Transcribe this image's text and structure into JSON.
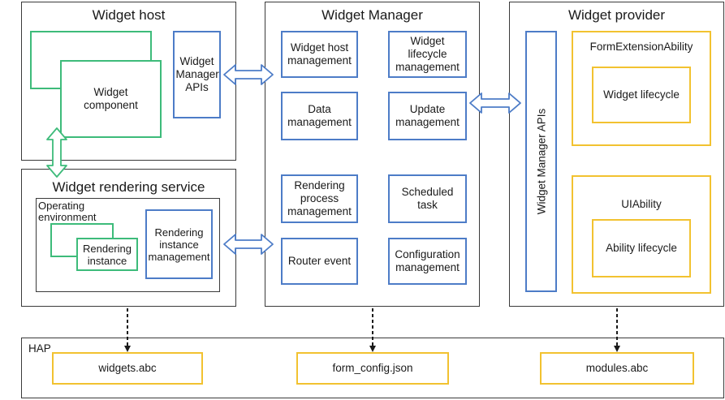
{
  "widget_host": {
    "title": "Widget host",
    "component_label": "Widget component",
    "apis_label": "Widget Manager APIs"
  },
  "rendering_service": {
    "title": "Widget rendering service",
    "env_label": "Operating environment",
    "instance_label": "Rendering instance",
    "instance_mgmt_label": "Rendering instance management"
  },
  "widget_manager": {
    "title": "Widget Manager",
    "items": [
      "Widget host management",
      "Widget lifecycle management",
      "Data management",
      "Update management",
      "Rendering process management",
      "Scheduled task",
      "Router event",
      "Configuration management"
    ]
  },
  "widget_provider": {
    "title": "Widget provider",
    "apis_label": "Widget Manager APIs",
    "form_ext": {
      "title": "FormExtensionAbility",
      "inner": "Widget lifecycle"
    },
    "ui_ability": {
      "title": "UIAbility",
      "inner": "Ability lifecycle"
    }
  },
  "hap": {
    "label": "HAP",
    "files": [
      "widgets.abc",
      "form_config.json",
      "modules.abc"
    ]
  },
  "colors": {
    "border": "#3a3a3a",
    "blue": "#4d7cc7",
    "green": "#3dbb7a",
    "yellow": "#f2c230"
  }
}
